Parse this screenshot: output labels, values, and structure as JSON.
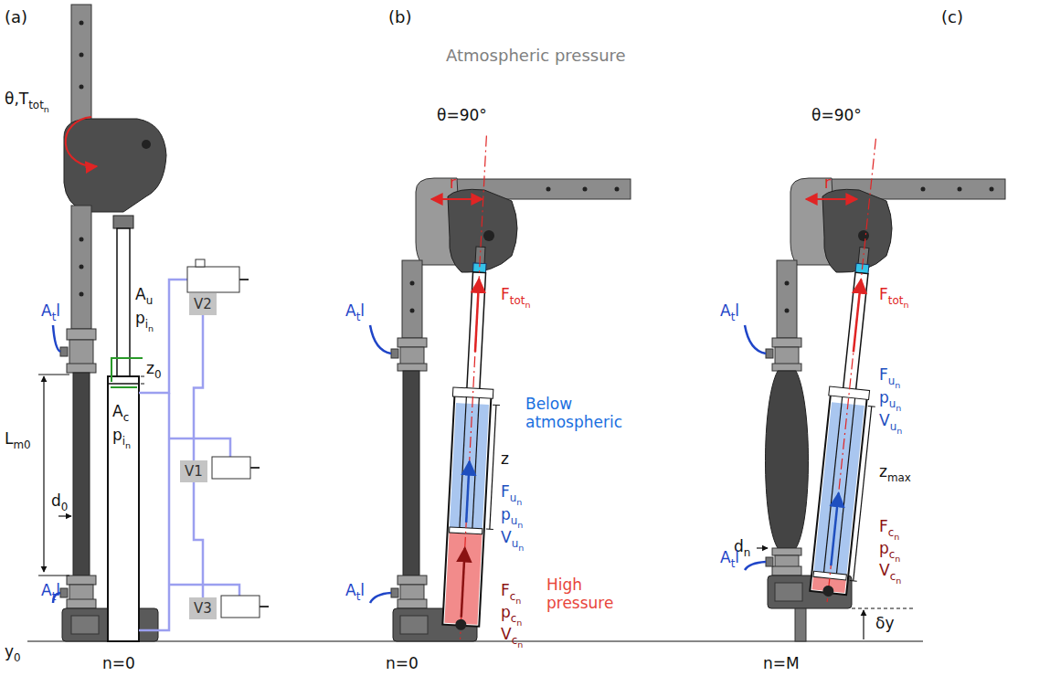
{
  "diagram": {
    "nodes": [
      {
        "text": [
          "V2"
        ]
      },
      {
        "text": [
          "V1"
        ]
      },
      {
        "text": [
          "V3"
        ]
      }
    ],
    "edges": [
      {
        "from": 0,
        "to": 1,
        "arrow": "none"
      },
      {
        "from": 1,
        "to": 2,
        "arrow": "none"
      }
    ],
    "labels": [
      "(a)",
      "(b)",
      "(c)",
      "Atmospheric pressure",
      "θ,T",
      "tot",
      "n",
      "A",
      "t",
      "l",
      "A",
      "u",
      "p",
      "i",
      "n",
      "z",
      "0",
      "L",
      "m0",
      "d",
      "0",
      "A",
      "c",
      "p",
      "i",
      "n",
      "A",
      "t",
      "l",
      "y",
      "0",
      "n=0",
      "θ=90°",
      "r",
      "F",
      "tot",
      "n",
      "A",
      "t",
      "l",
      "Below atmospheric",
      "z",
      "F",
      "u",
      "n",
      "p",
      "u",
      "n",
      "V",
      "u",
      "n",
      "High pressure",
      "F",
      "c",
      "n",
      "p",
      "c",
      "n",
      "V",
      "c",
      "n",
      "A",
      "t",
      "l",
      "n=0",
      "θ=90°",
      "r",
      "F",
      "tot",
      "n",
      "A",
      "t",
      "l",
      "d",
      "n",
      "F",
      "u",
      "n",
      "p",
      "u",
      "n",
      "V",
      "u",
      "n",
      "z",
      "max",
      "F",
      "c",
      "n",
      "p",
      "c",
      "n",
      "V",
      "c",
      "n",
      "A",
      "t",
      "l",
      "δy",
      "n=M"
    ]
  }
}
